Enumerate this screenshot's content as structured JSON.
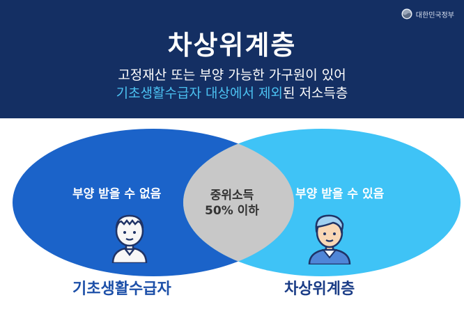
{
  "header": {
    "gov_logo_text": "대한민국정부",
    "title": "차상위계층",
    "subtitle_line1": "고정재산 또는 부양 가능한 가구원이 있어",
    "subtitle_line2_highlight": "기초생활수급자 대상에서 제외",
    "subtitle_line2_rest": "된 저소득층"
  },
  "venn": {
    "left_label": "부양 받을 수 없음",
    "right_label": "부양 받을 수 있음",
    "center_line1": "중위소득",
    "center_line2": "50% 이하",
    "left_group_name": "기초생활수급자",
    "right_group_name": "차상위계층"
  },
  "colors": {
    "header_bg": "#142f63",
    "highlight": "#4cc2f2",
    "left_circle": "#1b63c9",
    "right_circle": "#3fc3f6",
    "overlap": "#c8c8c8",
    "left_group_text": "#1c4fa8",
    "right_group_text": "#1a3c86"
  },
  "icons": [
    "government-logo-icon",
    "person-icon",
    "person-icon"
  ]
}
